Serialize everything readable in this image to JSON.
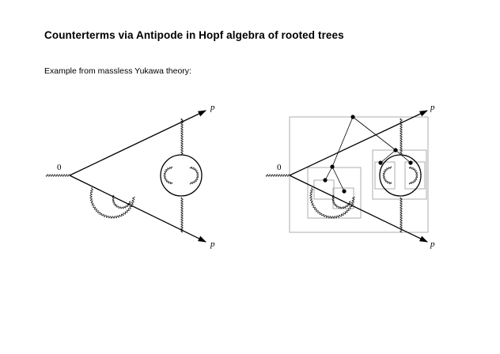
{
  "page": {
    "title": "Counterterms via Antipode in Hopf algebra of rooted trees",
    "subtitle": "Example from massless Yukawa theory:"
  },
  "diagram_left": {
    "vertex_label": "0",
    "upper_momentum_label": "p",
    "lower_momentum_label": "p"
  },
  "diagram_right": {
    "vertex_label": "0",
    "upper_momentum_label": "p",
    "lower_momentum_label": "p"
  },
  "colors": {
    "line": "#000000",
    "box": "#9a9a9a"
  }
}
